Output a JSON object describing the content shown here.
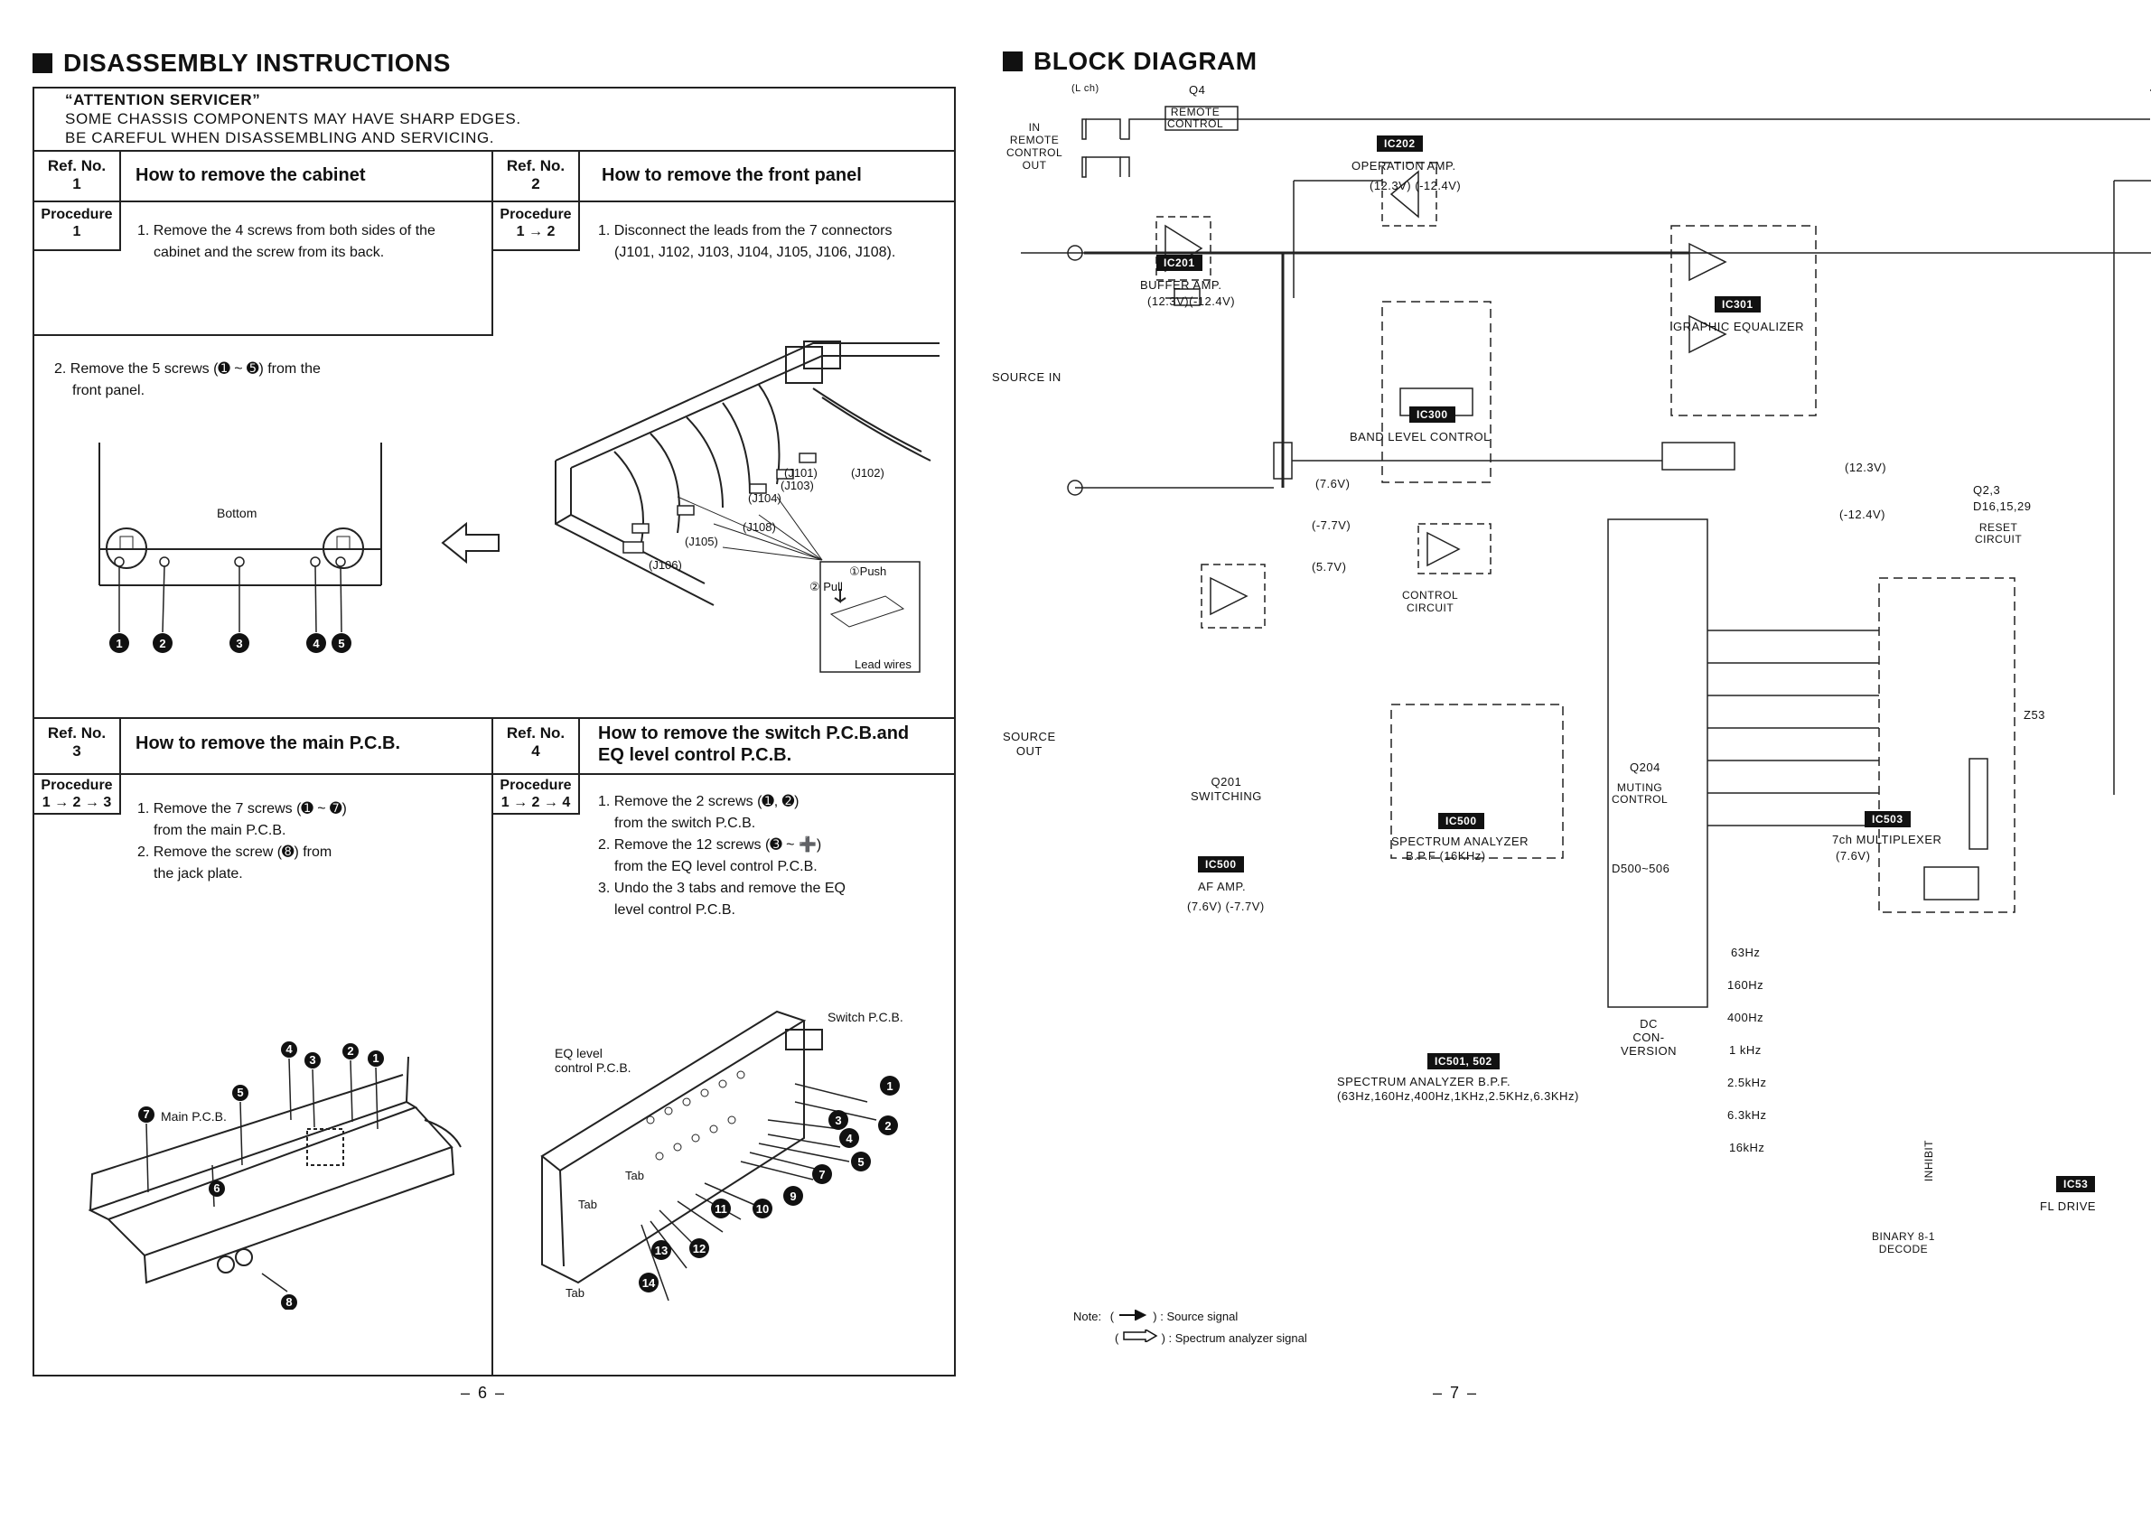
{
  "left": {
    "title": "DISASSEMBLY INSTRUCTIONS",
    "attention": {
      "heading": "“ATTENTION SERVICER”",
      "line1": "SOME CHASSIS COMPONENTS MAY HAVE SHARP EDGES.",
      "line2": "BE CAREFUL WHEN DISASSEMBLING AND SERVICING."
    },
    "ref1": {
      "ref_label": "Ref. No.",
      "ref_no": "1",
      "heading": "How to remove the cabinet",
      "proc_label": "Procedure",
      "proc_seq": "1",
      "step1a": "1. Remove the 4 screws from both sides of the",
      "step1b": "cabinet and the screw from its back.",
      "step2a": "2. Remove the 5 screws (➊ ~ ➎) from the",
      "step2b": "front panel."
    },
    "ref2": {
      "ref_label": "Ref. No.",
      "ref_no": "2",
      "heading": "How to remove the front panel",
      "proc_label": "Procedure",
      "proc_seq": "1 → 2",
      "step1a": "1. Disconnect the leads from the 7 connectors",
      "step1b": "(J101, J102, J103, J104, J105, J106, J108)."
    },
    "ref3": {
      "ref_label": "Ref. No.",
      "ref_no": "3",
      "heading": "How to remove the main P.C.B.",
      "proc_label": "Procedure",
      "proc_seq": "1 → 2 → 3",
      "step1a": "1. Remove the 7 screws (➊ ~ ➐)",
      "step1b": "from the main P.C.B.",
      "step2a": "2. Remove the screw (➑) from",
      "step2b": "the jack plate."
    },
    "ref4": {
      "ref_label": "Ref. No.",
      "ref_no": "4",
      "heading_a": "How to remove the switch P.C.B.and",
      "heading_b": "EQ level control P.C.B.",
      "proc_label": "Procedure",
      "proc_seq": "1 → 2 → 4",
      "step1a": "1. Remove the 2 screws (➊, ➋)",
      "step1b": "from the switch P.C.B.",
      "step2a": "2. Remove the 12 screws (➌ ~ ➕)",
      "step2b": "from the EQ level control P.C.B.",
      "step3a": "3. Undo the 3 tabs and remove the EQ",
      "step3b": "level control P.C.B."
    },
    "fig1": {
      "bottom": "Bottom",
      "n1": "1",
      "n2": "2",
      "n3": "3",
      "n4": "4",
      "n5": "5"
    },
    "fig2": {
      "j101": "(J101)",
      "j102": "(J102)",
      "j103": "(J103)",
      "j104": "(J104)",
      "j105": "(J105)",
      "j106": "(J106)",
      "j108": "(J108)",
      "push": "①Push",
      "pull": "② Pull",
      "lead": "Lead wires"
    },
    "fig3": {
      "main_pcb": "Main P.C.B."
    },
    "fig4": {
      "switch_pcb": "Switch P.C.B.",
      "eq_a": "EQ level",
      "eq_b": "control P.C.B.",
      "tab": "Tab"
    },
    "page_no": "– 6 –"
  },
  "right": {
    "title": "BLOCK DIAGRAM",
    "lch": "(L ch)",
    "q4": "Q4",
    "remote_control_box": [
      "REMOTE",
      "CONTROL"
    ],
    "remote_jack": [
      "IN",
      "REMOTE",
      "CONTROL",
      "OUT"
    ],
    "ic202": {
      "tag": "IC202",
      "name": "OPERATION AMP.",
      "volts": "(12.3V) (-12.4V)"
    },
    "ic201": {
      "tag": "IC201",
      "name": "BUFFER AMP.",
      "volts": "(12.3V)(-12.4V)"
    },
    "ic301": {
      "tag": "IC301",
      "name": "GRAPHIC EQUALIZER"
    },
    "ic300": {
      "tag": "IC300",
      "name": "BAND LEVEL CONTROL",
      "control": [
        "CONTROL",
        "CIRCUIT"
      ]
    },
    "source_in": "SOURCE IN",
    "source_out": [
      "SOURCE",
      "OUT"
    ],
    "volt_76": "(7.6V)",
    "volt_m77": "(-7.7V)",
    "volt_57": "(5.7V)",
    "volt_123": "(12.3V)",
    "volt_m124": "(-12.4V)",
    "q23": [
      "Q2,3",
      "D16,15,29"
    ],
    "reset": [
      "RESET",
      "CIRCUIT"
    ],
    "q201": [
      "Q201",
      "SWITCHING"
    ],
    "q204": "Q204",
    "muting": [
      "MUTING",
      "CONTROL"
    ],
    "ic500a": {
      "tag": "IC500",
      "name": "AF AMP.",
      "volts": "(7.6V) (-7.7V)"
    },
    "ic500b": {
      "tag": "IC500",
      "name": "SPECTRUM ANALYZER",
      "bpf": "B.P.F (16KHz)"
    },
    "ic501": {
      "tag": "IC501, 502",
      "name": "SPECTRUM ANALYZER B.P.F.",
      "bands": "(63Hz,160Hz,400Hz,1KHz,2.5KHz,6.3KHz)"
    },
    "d500": "D500~506",
    "dc": [
      "DC",
      "CON-",
      "VERSION"
    ],
    "freqs": [
      "63Hz",
      "160Hz",
      "400Hz",
      "1 kHz",
      "2.5kHz",
      "6.3kHz",
      "16kHz"
    ],
    "ic503": {
      "tag": "IC503",
      "name": "7ch MULTIPLEXER",
      "volt": "(7.6V)"
    },
    "inhibit": "INHIBIT",
    "binary": [
      "BINARY 8-1",
      "DECODE"
    ],
    "z53": "Z53",
    "ic53": {
      "tag": "IC53",
      "name": "FL DRIVE"
    },
    "note": {
      "label": "Note:",
      "source": ") : Source signal",
      "spectrum": ") : Spectrum analyzer signal"
    },
    "page_no": "– 7 –"
  }
}
